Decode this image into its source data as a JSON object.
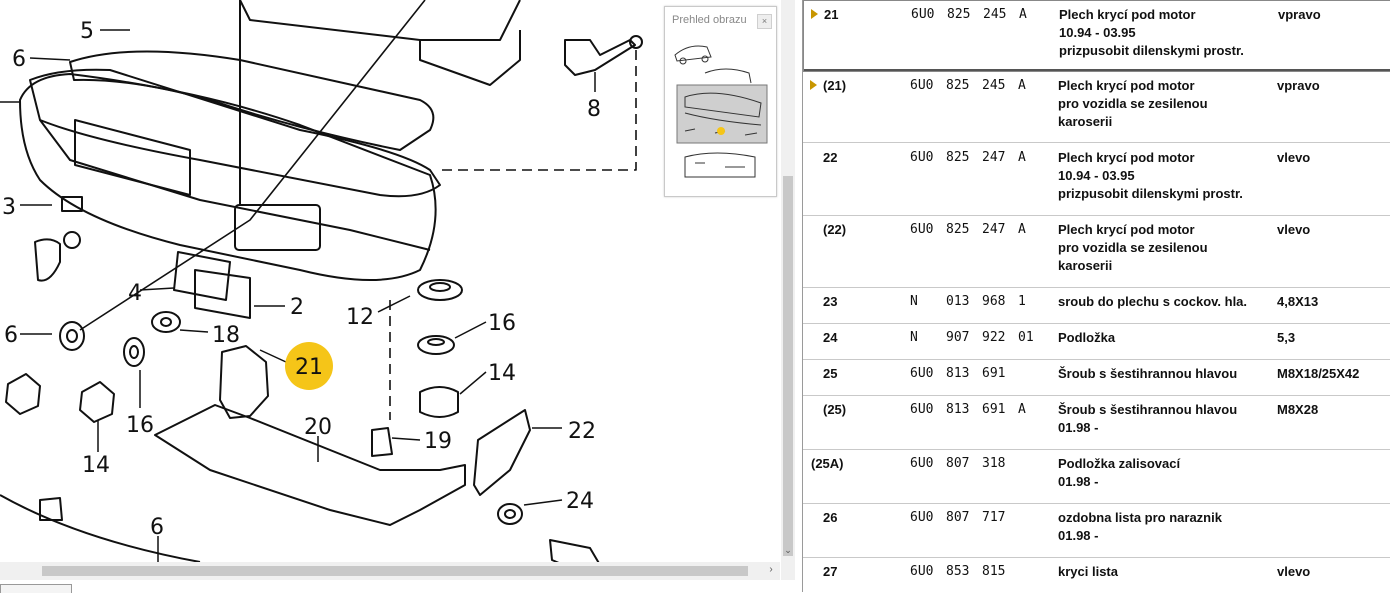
{
  "thumbnail": {
    "title": "Prehled obrazu",
    "close_icon": "close-icon"
  },
  "diagram": {
    "callouts": [
      {
        "id": "c5",
        "label": "5"
      },
      {
        "id": "c6a",
        "label": "6"
      },
      {
        "id": "c3",
        "label": "3"
      },
      {
        "id": "c6b",
        "label": "6"
      },
      {
        "id": "c4",
        "label": "4"
      },
      {
        "id": "c2",
        "label": "2"
      },
      {
        "id": "c18",
        "label": "18"
      },
      {
        "id": "c16a",
        "label": "16"
      },
      {
        "id": "c14a",
        "label": "14"
      },
      {
        "id": "c12",
        "label": "12"
      },
      {
        "id": "c16b",
        "label": "16"
      },
      {
        "id": "c14b",
        "label": "14"
      },
      {
        "id": "c20",
        "label": "20"
      },
      {
        "id": "c19",
        "label": "19"
      },
      {
        "id": "c22",
        "label": "22"
      },
      {
        "id": "c24",
        "label": "24"
      },
      {
        "id": "c6c",
        "label": "6"
      },
      {
        "id": "c8",
        "label": "8"
      }
    ],
    "selected_callout": "21",
    "highlight_color": "#f5c518"
  },
  "parts": [
    {
      "arrow": true,
      "pos": "21",
      "pn": [
        "6U0",
        "825",
        "245",
        "A"
      ],
      "desc": [
        "Plech krycí pod motor",
        "10.94 - 03.95",
        "prizpusobit dilenskymi prostr."
      ],
      "spec": "vpravo",
      "selected": true
    },
    {
      "arrow": true,
      "pos": "(21)",
      "pn": [
        "6U0",
        "825",
        "245",
        "A"
      ],
      "desc": [
        "Plech krycí pod motor",
        "pro vozidla se zesilenou",
        "karoserii"
      ],
      "spec": "vpravo"
    },
    {
      "arrow": false,
      "pos": "22",
      "pn": [
        "6U0",
        "825",
        "247",
        "A"
      ],
      "desc": [
        "Plech krycí pod motor",
        "10.94 - 03.95",
        "prizpusobit dilenskymi prostr."
      ],
      "spec": "vlevo"
    },
    {
      "arrow": false,
      "pos": "(22)",
      "pn": [
        "6U0",
        "825",
        "247",
        "A"
      ],
      "desc": [
        "Plech krycí pod motor",
        "pro vozidla se zesilenou",
        "karoserii"
      ],
      "spec": "vlevo"
    },
    {
      "arrow": false,
      "pos": "23",
      "pn": [
        "N",
        "013",
        "968",
        "1"
      ],
      "desc": [
        "sroub do plechu s cockov. hla."
      ],
      "spec": "4,8X13"
    },
    {
      "arrow": false,
      "pos": "24",
      "pn": [
        "N",
        "907",
        "922",
        "01"
      ],
      "desc": [
        "Podložka"
      ],
      "spec": "5,3"
    },
    {
      "arrow": false,
      "pos": "25",
      "pn": [
        "6U0",
        "813",
        "691",
        ""
      ],
      "desc": [
        "Šroub s šestihrannou hlavou"
      ],
      "spec": "M8X18/25X42"
    },
    {
      "arrow": false,
      "pos": "(25)",
      "pn": [
        "6U0",
        "813",
        "691",
        "A"
      ],
      "desc": [
        "Šroub s šestihrannou hlavou",
        "01.98 -"
      ],
      "spec": "M8X28"
    },
    {
      "arrow": false,
      "pos": "(25A)",
      "pn": [
        "6U0",
        "807",
        "318",
        ""
      ],
      "desc": [
        "Podložka zalisovací",
        "01.98 -"
      ],
      "spec": ""
    },
    {
      "arrow": false,
      "pos": "26",
      "pn": [
        "6U0",
        "807",
        "717",
        ""
      ],
      "desc": [
        "ozdobna lista pro naraznik",
        "01.98 -"
      ],
      "spec": ""
    },
    {
      "arrow": false,
      "pos": "27",
      "pn": [
        "6U0",
        "853",
        "815",
        ""
      ],
      "desc": [
        "kryci lista"
      ],
      "spec": "vlevo"
    }
  ]
}
